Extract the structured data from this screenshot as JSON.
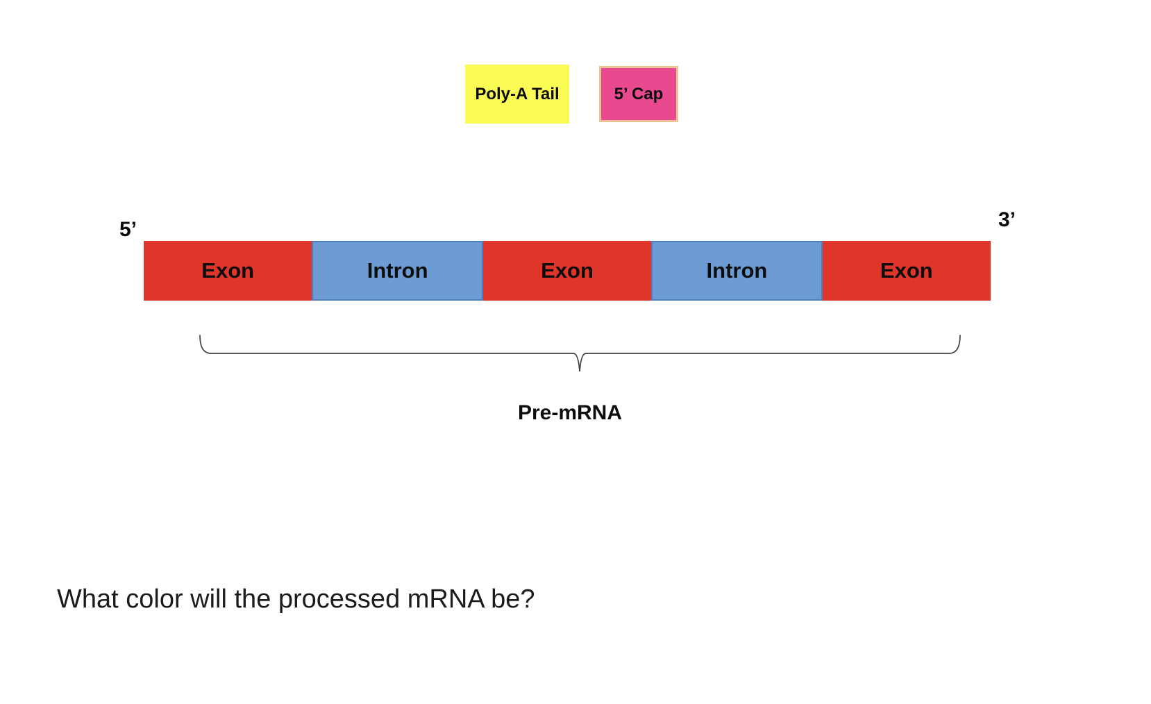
{
  "legend": {
    "poly_a_tail": {
      "label": "Poly-A Tail",
      "color": "#FBFB55"
    },
    "five_cap": {
      "label": "5’ Cap",
      "color": "#E8498F",
      "border_color": "#EEC394"
    }
  },
  "strand": {
    "five_prime_label": "5’",
    "three_prime_label": "3’",
    "exon_color": "#E0352B",
    "intron_color": "#6D9BD3",
    "intron_border_color": "#4d7ebf",
    "segments": [
      {
        "label": "Exon",
        "type": "exon"
      },
      {
        "label": "Intron",
        "type": "intron"
      },
      {
        "label": "Exon",
        "type": "exon"
      },
      {
        "label": "Intron",
        "type": "intron"
      },
      {
        "label": "Exon",
        "type": "exon"
      }
    ]
  },
  "brace": {
    "label": "Pre-mRNA",
    "color": "#404040"
  },
  "question": "What color will the processed mRNA be?"
}
